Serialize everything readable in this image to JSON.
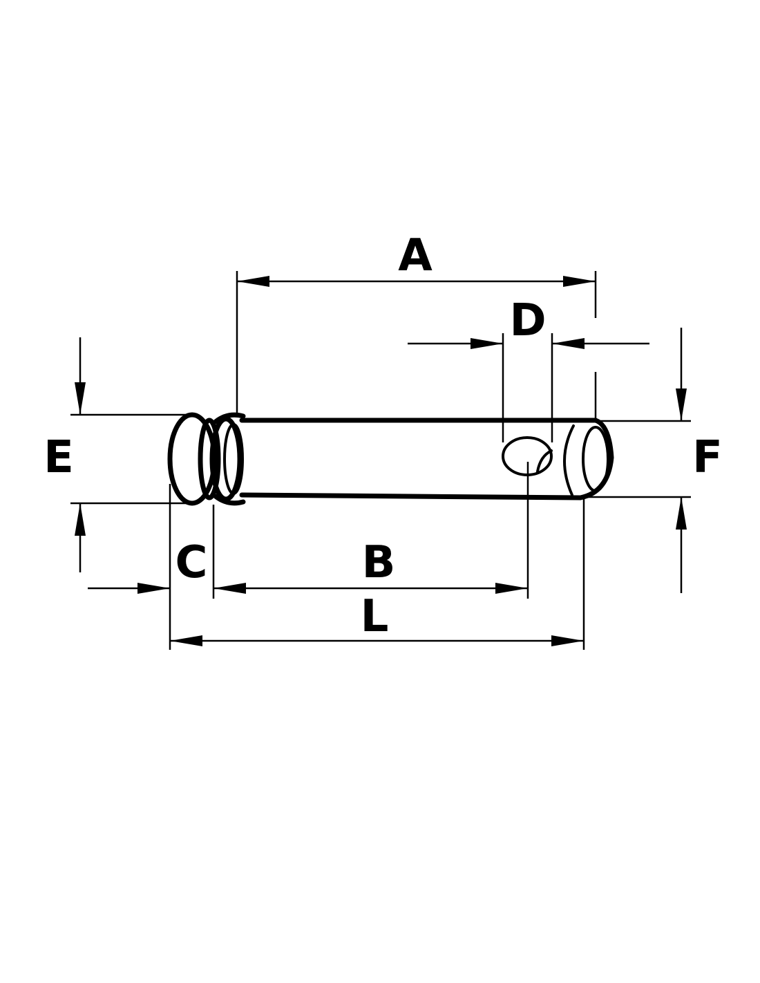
{
  "dimensions": {
    "A": "A",
    "B": "B",
    "C": "C",
    "D": "D",
    "E": "E",
    "F": "F",
    "L": "L"
  },
  "colors": {
    "line": "#000000",
    "background": "#ffffff"
  }
}
